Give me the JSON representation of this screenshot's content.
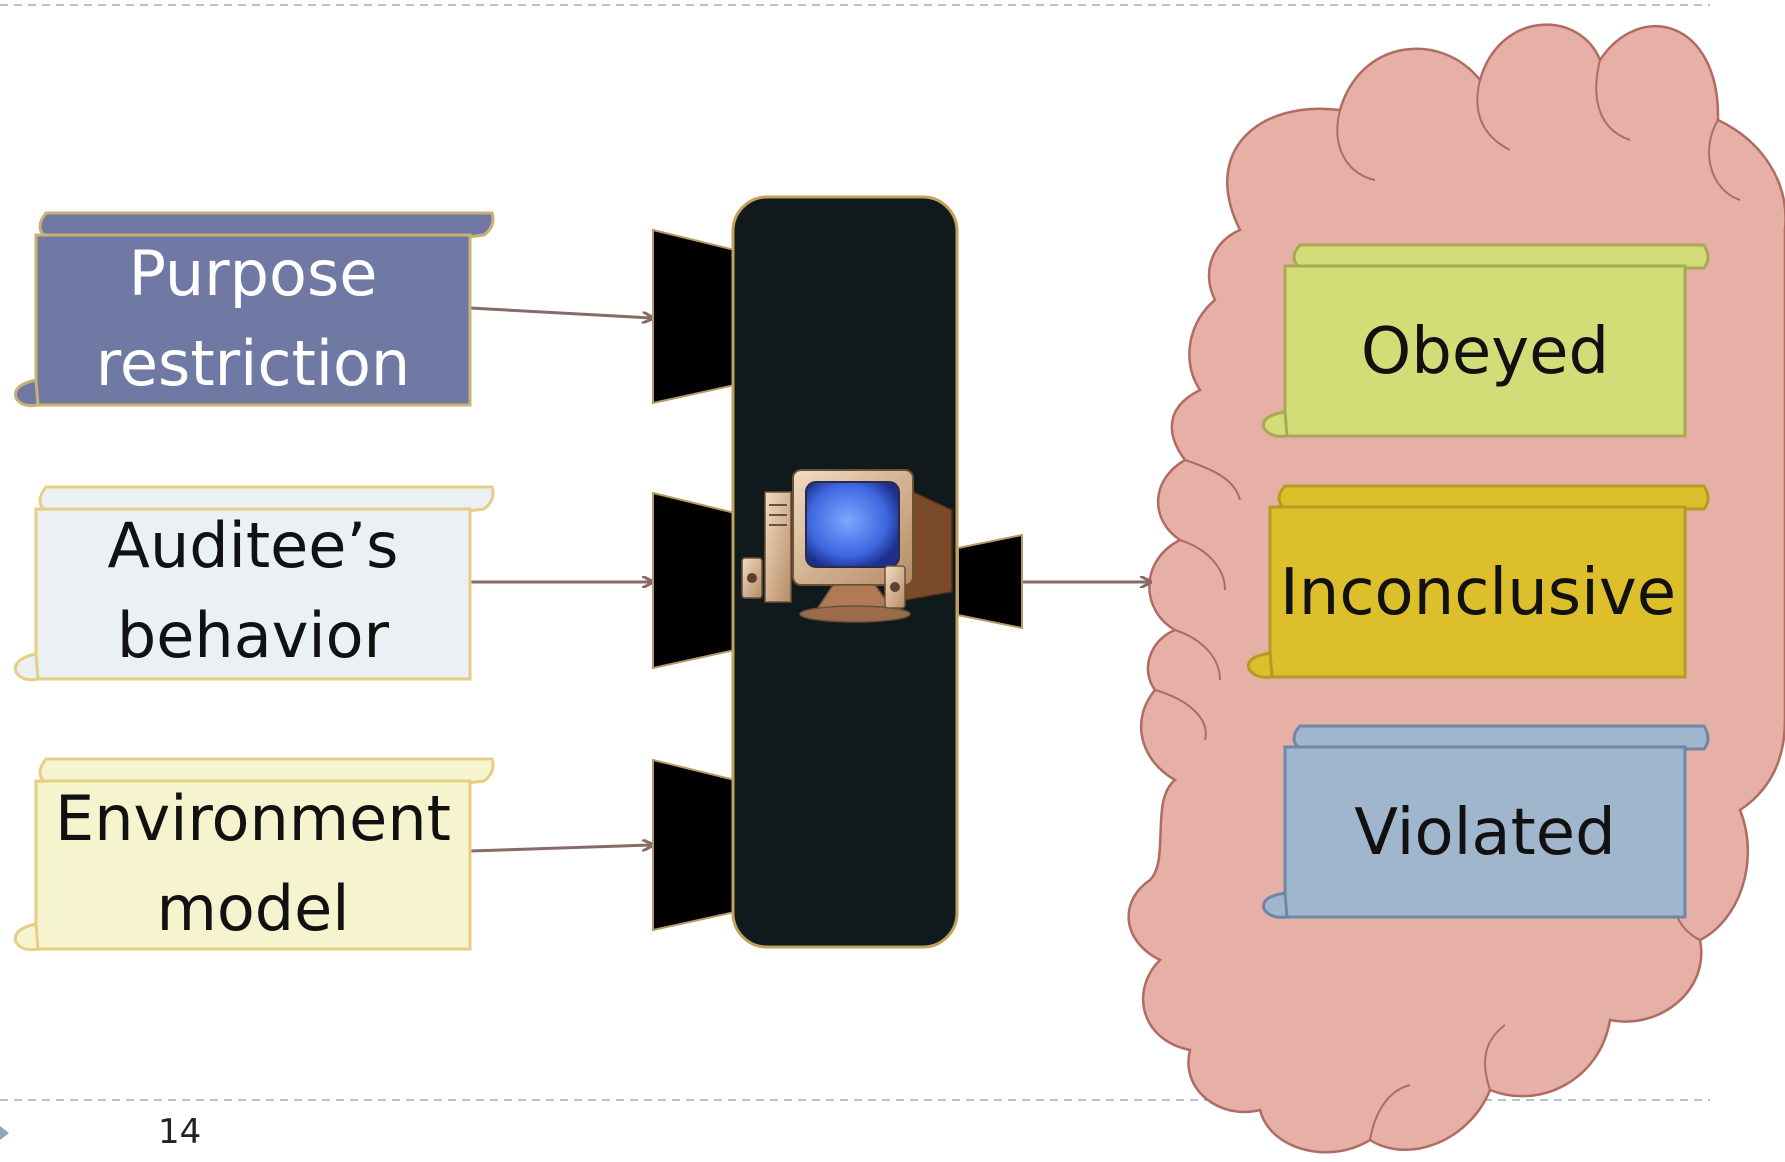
{
  "slide": {
    "page_number": "14"
  },
  "inputs": [
    {
      "line1": "Purpose",
      "line2": "restriction",
      "color": "#6f79a4"
    },
    {
      "line1": "Auditee’s",
      "line2": "behavior",
      "color": "#eaf0f4"
    },
    {
      "line1": "Environment",
      "line2": "model",
      "color": "#f5f4cf"
    }
  ],
  "outputs": [
    {
      "label": "Obeyed",
      "color": "#d3dd78"
    },
    {
      "label": "Inconclusive",
      "color": "#dcbf2a"
    },
    {
      "label": "Violated",
      "color": "#a0b6cc"
    }
  ],
  "colors": {
    "cloud": "#e6b0a6",
    "cloud_stroke": "#b06b62",
    "machine": "#101a1c",
    "machine_border": "#c2a15a",
    "arrow": "#8a6a66"
  },
  "icons": {
    "machine": "computer-icon"
  }
}
